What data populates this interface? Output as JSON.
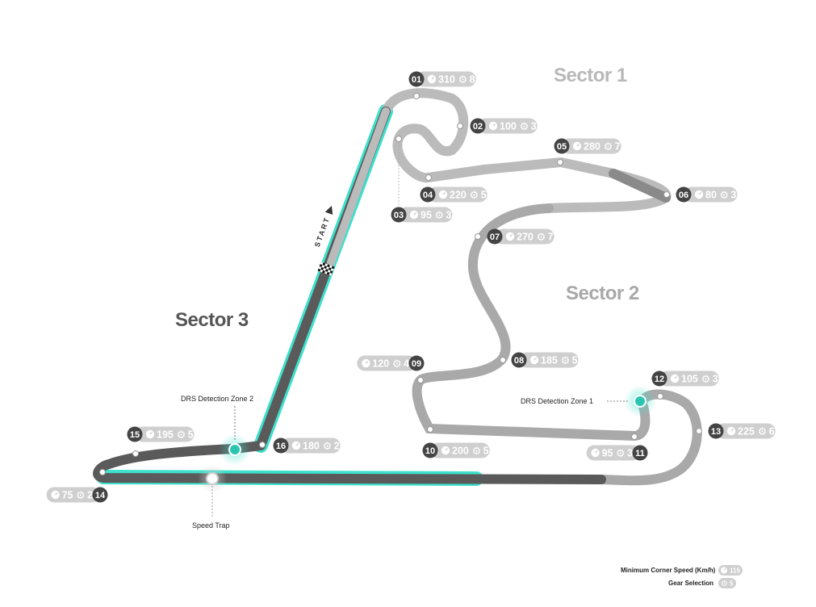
{
  "sectors": [
    {
      "label": "Sector 1",
      "color": "#b8b8b8"
    },
    {
      "label": "Sector 2",
      "color": "#a8a8a8"
    },
    {
      "label": "Sector 3",
      "color": "#555555"
    }
  ],
  "start_label": "START",
  "drs_zones": [
    {
      "label": "DRS Detection Zone 1"
    },
    {
      "label": "DRS Detection Zone 2"
    }
  ],
  "speed_trap_label": "Speed Trap",
  "corners": [
    {
      "num": "01",
      "speed": "310",
      "gear": "8"
    },
    {
      "num": "02",
      "speed": "100",
      "gear": "3"
    },
    {
      "num": "03",
      "speed": "95",
      "gear": "3"
    },
    {
      "num": "04",
      "speed": "220",
      "gear": "5"
    },
    {
      "num": "05",
      "speed": "280",
      "gear": "7"
    },
    {
      "num": "06",
      "speed": "80",
      "gear": "3"
    },
    {
      "num": "07",
      "speed": "270",
      "gear": "7"
    },
    {
      "num": "08",
      "speed": "185",
      "gear": "5"
    },
    {
      "num": "09",
      "speed": "120",
      "gear": "4"
    },
    {
      "num": "10",
      "speed": "200",
      "gear": "5"
    },
    {
      "num": "11",
      "speed": "95",
      "gear": "3"
    },
    {
      "num": "12",
      "speed": "105",
      "gear": "3"
    },
    {
      "num": "13",
      "speed": "225",
      "gear": "6"
    },
    {
      "num": "14",
      "speed": "75",
      "gear": "2"
    },
    {
      "num": "15",
      "speed": "195",
      "gear": "5"
    },
    {
      "num": "16",
      "speed": "180",
      "gear": "2"
    }
  ],
  "legend": {
    "speed_label": "Minimum Corner Speed (Km/h)",
    "speed_example": "115",
    "gear_label": "Gear Selection",
    "gear_example": "5"
  },
  "colors": {
    "drs": "#3ee0cc",
    "sector1": "#b8b8b8",
    "sector2": "#a8a8a8",
    "sector3": "#555555",
    "pill": "#cfcfcf",
    "number": "#444444"
  }
}
